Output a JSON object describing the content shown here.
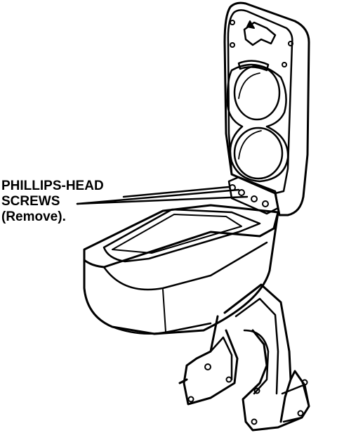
{
  "callout": {
    "line1": "PHILLIPS-HEAD",
    "line2": "SCREWS",
    "line3": "(Remove)."
  },
  "colors": {
    "ink": "#000000",
    "paper": "#ffffff"
  }
}
